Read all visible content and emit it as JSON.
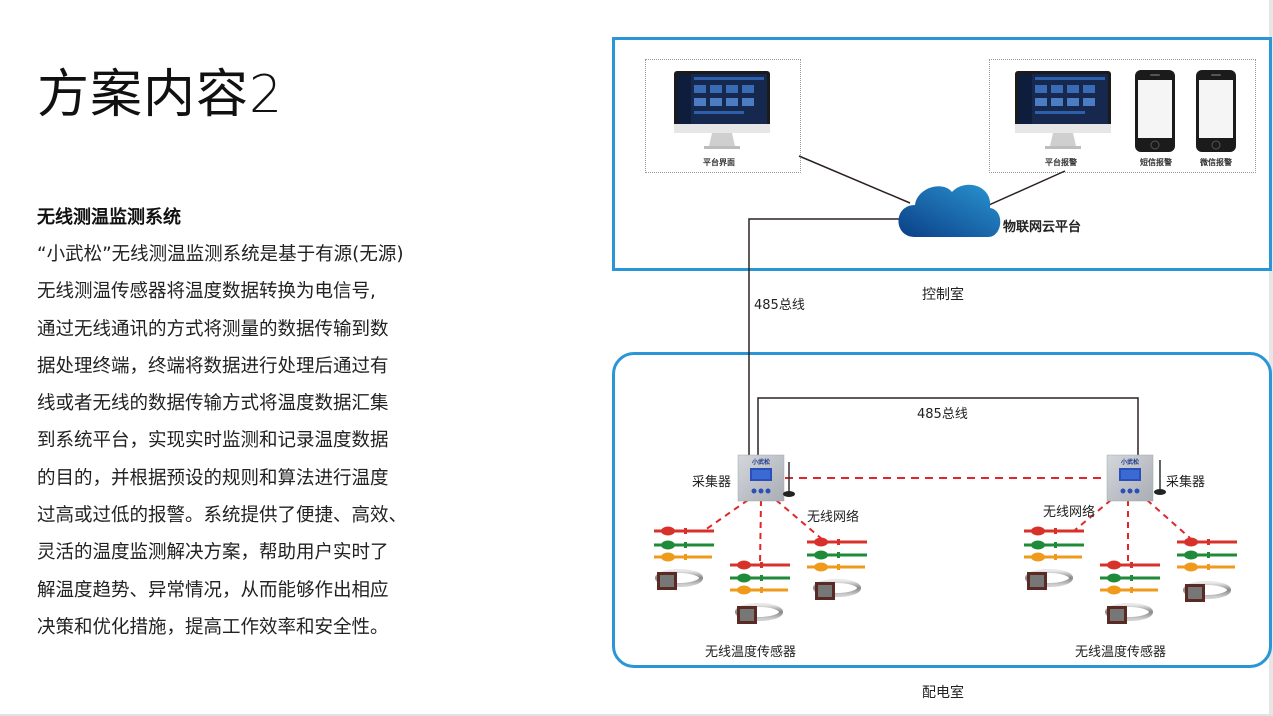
{
  "slide": {
    "title": "方案内容2",
    "section_heading": "无线测温监测系统",
    "body_lines": [
      "“小武松”无线测温监测系统是基于有源(无源)",
      "无线测温传感器将温度数据转换为电信号,",
      "通过无线通讯的方式将测量的数据传输到数",
      "据处理终端，终端将数据进行处理后通过有",
      "线或者无线的数据传输方式将温度数据汇集",
      "到系统平台，实现实时监测和记录温度数据",
      "的目的，并根据预设的规则和算法进行温度",
      "过高或过低的报警。系统提供了便捷、高效、",
      "灵活的温度监测解决方案，帮助用户实时了",
      "解温度趋势、异常情况，从而能够作出相应",
      "决策和优化措施，提高工作效率和安全性。"
    ]
  },
  "diagram": {
    "colors": {
      "box_border": "#2a96d8",
      "cloud_dark": "#0b3f86",
      "cloud_light": "#2a8fcf",
      "wire": "#2b2220",
      "wireless": "#e0262a",
      "sensor_red": "#d8312a",
      "sensor_green": "#1f8a3a",
      "sensor_orange": "#f09a1c",
      "monitor_screen": "#1a2a55"
    },
    "control_room": {
      "label": "控制室",
      "platform_ui_label": "平台界面",
      "alarm_group": {
        "platform_alarm_label": "平台报警",
        "sms_alarm_label": "短信报警",
        "wechat_alarm_label": "微信报警"
      },
      "cloud_label": "物联网云平台"
    },
    "bus_label_vertical": "485总线",
    "distribution_room": {
      "label": "配电室",
      "bus_label": "485总线",
      "collectors": [
        {
          "label": "采集器",
          "network_label": "无线网络",
          "sensors_label": "无线温度传感器",
          "brand": "小武松"
        },
        {
          "label": "采集器",
          "network_label": "无线网络",
          "sensors_label": "无线温度传感器",
          "brand": "小武松"
        }
      ]
    }
  }
}
